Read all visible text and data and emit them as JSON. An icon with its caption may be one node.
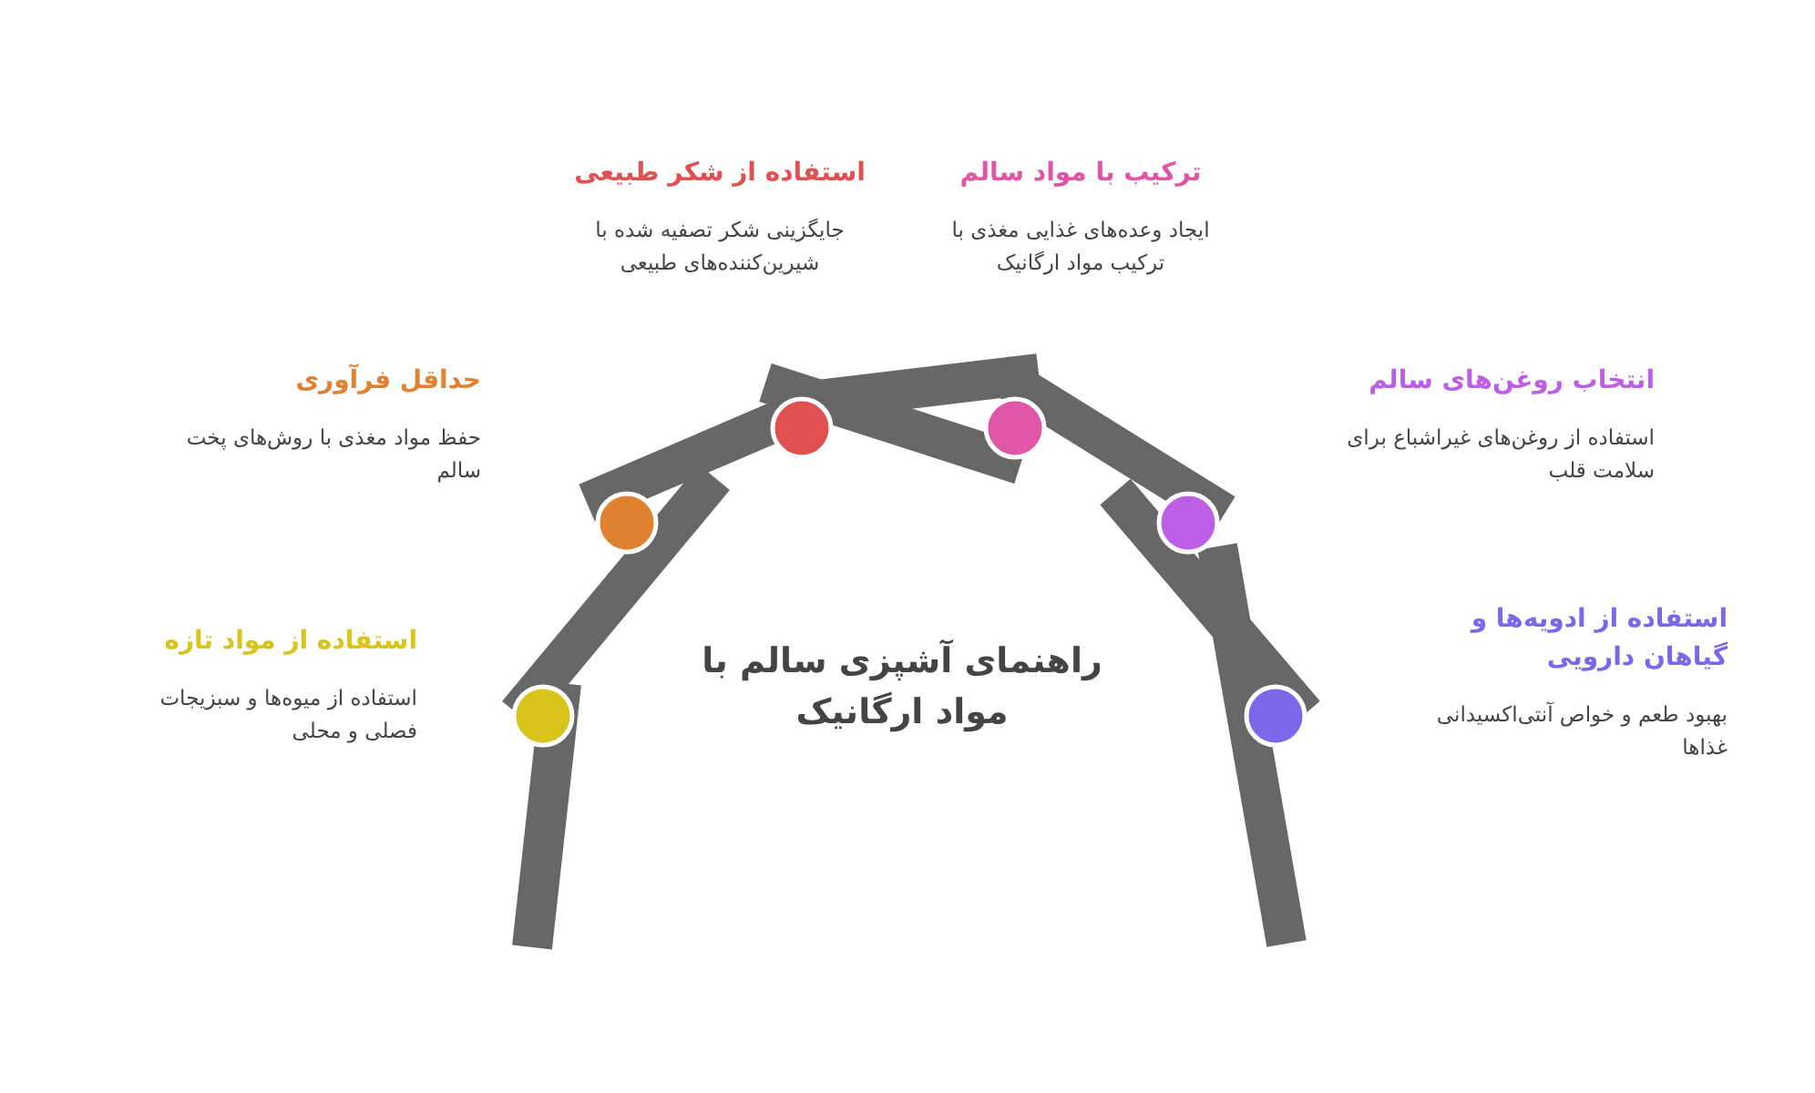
{
  "diagram": {
    "title": "راهنمای آشپزی سالم با مواد ارگانیک",
    "nodes": [
      {
        "text": [
          "استفاده از مواد تازه",
          "استفاده از میوه‌ها و سبزیجات فصلی و محلی"
        ]
      },
      {
        "text": [
          "حداقل فرآوری",
          "حفظ مواد مغذی با روش‌های پخت سالم"
        ]
      },
      {
        "text": [
          "استفاده از شکر طبیعی",
          "جایگزینی شکر تصفیه شده با شیرین‌کننده‌های طبیعی"
        ]
      },
      {
        "text": [
          "ترکیب با مواد سالم",
          "ایجاد وعده‌های غذایی مغذی با ترکیب مواد ارگانیک"
        ]
      },
      {
        "text": [
          "انتخاب روغن‌های سالم",
          "استفاده از روغن‌های غیراشباع برای سلامت قلب"
        ]
      },
      {
        "text": [
          "استفاده از ادویه‌ها و گیاهان دارویی",
          "بهبود طعم و خواص آنتی‌اکسیدانی غذاها"
        ]
      }
    ]
  }
}
